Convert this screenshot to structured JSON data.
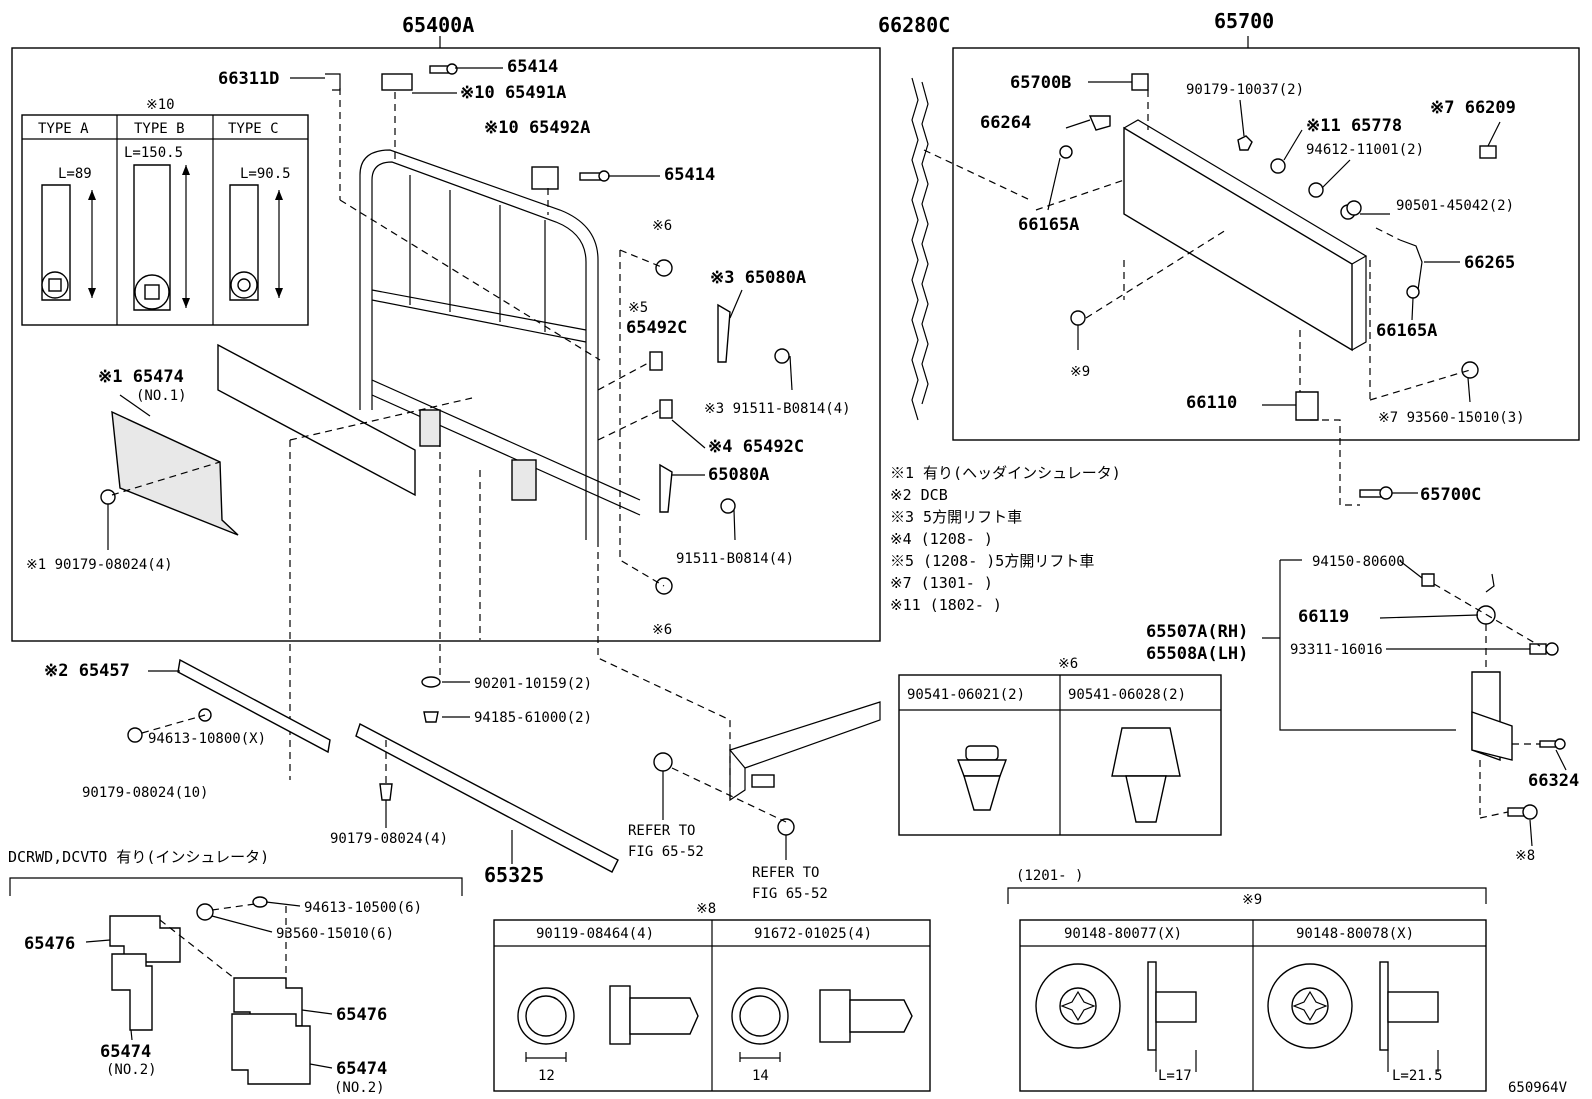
{
  "diagram_id": "650964V",
  "parts": {
    "p65400A": "65400A",
    "p66280C": "66280C",
    "p65700": "65700",
    "p66311D": "66311D",
    "p65414a": "65414",
    "p65491A": "※10 65491A",
    "p65492A": "※10 65492A",
    "p65414b": "65414",
    "p65080A_3": "※3 65080A",
    "p65492C_5": "65492C",
    "p65492C_4": "※4 65492C",
    "p65080A": "65080A",
    "p91511_3": "※3 91511-B0814(4)",
    "p91511": "91511-B0814(4)",
    "p65474_1": "※1 65474",
    "p65474_1_sub": "(NO.1)",
    "p90179_1": "※1 90179-08024(4)",
    "p65457": "※2 65457",
    "p94613_x": "94613-10800(X)",
    "p90179_10": "90179-08024(10)",
    "p90201": "90201-10159(2)",
    "p94185": "94185-61000(2)",
    "p90179_4": "90179-08024(4)",
    "p65325": "65325",
    "p65700B": "65700B",
    "p66264": "66264",
    "p66165A_a": "66165A",
    "p90179_10037": "90179-10037(2)",
    "p65778": "※11 65778",
    "p66209": "※7 66209",
    "p94612": "94612-11001(2)",
    "p90501": "90501-45042(2)",
    "p66265": "66265",
    "p66165A_b": "66165A",
    "p66110": "66110",
    "p93560_7": "※7 93560-15010(3)",
    "p65700C": "65700C",
    "p94150": "94150-80600",
    "p66119": "66119",
    "p65507A": "65507A(RH)",
    "p65508A": "65508A(LH)",
    "p93311": "93311-16016",
    "p66324": "66324",
    "p65476_a": "65476",
    "p65474_a": "65474",
    "p65474_a_sub": "(NO.2)",
    "p94613_6": "94613-10500(6)",
    "p93560_6": "93560-15010(6)",
    "p65476_b": "65476",
    "p65474_b": "65474",
    "p65474_b_sub": "(NO.2)"
  },
  "refs": {
    "note6_top": "※6",
    "note6_bottom": "※6",
    "note5": "※5",
    "note9": "※9",
    "note8": "※8",
    "refer1_a": "REFER TO",
    "refer1_b": "FIG 65-52",
    "refer2_a": "REFER TO",
    "refer2_b": "FIG 65-52"
  },
  "type_table": {
    "header": "※10",
    "col_a": "TYPE A",
    "col_b": "TYPE B",
    "col_c": "TYPE C",
    "dim_a": "L=89",
    "dim_b": "L=150.5",
    "dim_c": "L=90.5"
  },
  "notes": [
    "※1 有り(ヘッダインシュレータ)",
    "※2 DCB",
    "※3 5方開リフト車",
    "※4 (1208-     )",
    "※5 (1208-     )5方開リフト車",
    "※7 (1301-     )",
    "※11 (1802-     )"
  ],
  "insulator_caption": "DCRWD,DCVTO 有り(インシュレータ)",
  "table6": {
    "header": "※6",
    "col1": "90541-06021(2)",
    "col2": "90541-06028(2)"
  },
  "table8": {
    "header": "※8",
    "col1": "90119-08464(4)",
    "col2": "91672-01025(4)",
    "dim1": "12",
    "dim2": "14"
  },
  "table9": {
    "range": "(1201-      )",
    "header": "※9",
    "col1": "90148-80077(X)",
    "col2": "90148-80078(X)",
    "dim1": "L=17",
    "dim2": "L=21.5"
  }
}
